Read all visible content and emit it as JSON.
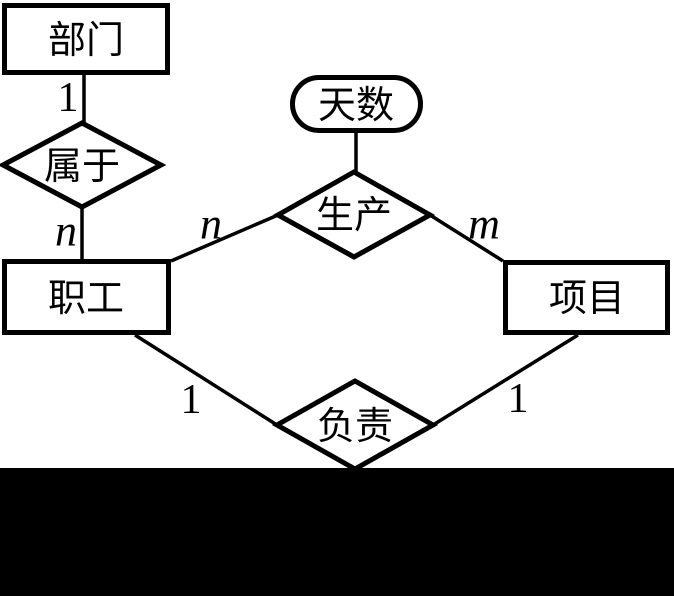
{
  "diagram": {
    "type": "er-diagram",
    "entities": [
      {
        "id": "department",
        "label": "部门"
      },
      {
        "id": "employee",
        "label": "职工"
      },
      {
        "id": "project",
        "label": "项目"
      }
    ],
    "attributes": [
      {
        "id": "days",
        "label": "天数",
        "attached_to": "生产"
      }
    ],
    "relationships": [
      {
        "id": "belongs-to",
        "label": "属于",
        "between": [
          "部门",
          "职工"
        ],
        "cardinality": "1:n"
      },
      {
        "id": "produces",
        "label": "生产",
        "between": [
          "职工",
          "项目"
        ],
        "cardinality": "n:m"
      },
      {
        "id": "responsible-for",
        "label": "负责",
        "between": [
          "职工",
          "项目"
        ],
        "cardinality": "1:1"
      }
    ],
    "cardinalities": [
      {
        "id": "department-belongs",
        "label": "1"
      },
      {
        "id": "belongs-employee",
        "label": "n"
      },
      {
        "id": "employee-produces",
        "label": "n"
      },
      {
        "id": "produces-project",
        "label": "m"
      },
      {
        "id": "employee-responsible",
        "label": "1"
      },
      {
        "id": "project-responsible",
        "label": "1"
      }
    ],
    "colors": {
      "stroke": "#000000",
      "shape_fill": "#ffffff",
      "background": "#ffffff",
      "redaction_bar": "#000000"
    }
  }
}
